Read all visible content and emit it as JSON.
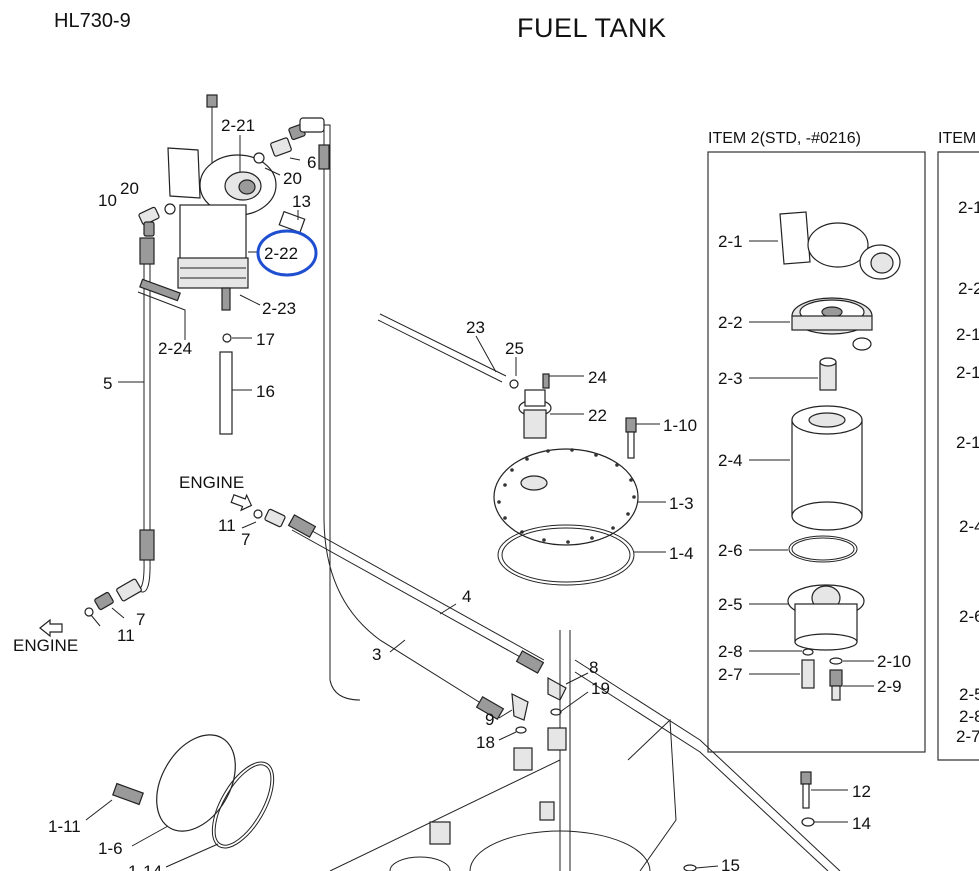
{
  "header": {
    "model": "HL730-9",
    "title": "FUEL TANK"
  },
  "item_box_1": {
    "heading": "ITEM 2(STD, -#0216)"
  },
  "item_box_2": {
    "heading": "ITEM"
  },
  "highlight": {
    "label": "2-22",
    "color": "#1f4fd1"
  },
  "callouts": {
    "c2_21": "2-21",
    "c6": "6",
    "c20a": "20",
    "c10": "10",
    "c20b": "20",
    "c13": "13",
    "c2_22": "2-22",
    "c2_23": "2-23",
    "c2_24": "2-24",
    "c17": "17",
    "c16": "16",
    "c5": "5",
    "c23": "23",
    "c25": "25",
    "c24": "24",
    "c22": "22",
    "c1_10": "1-10",
    "c1_3": "1-3",
    "c1_4": "1-4",
    "engine_top": "ENGINE",
    "c11a": "11",
    "c7a": "7",
    "c4": "4",
    "c3": "3",
    "c8": "8",
    "c19": "19",
    "c9": "9",
    "c18": "18",
    "c7b": "7",
    "c11b": "11",
    "engine_bottom": "ENGINE",
    "c1_11": "1-11",
    "c1_6": "1-6",
    "c1_14": "1-14",
    "c12": "12",
    "c14": "14",
    "c15": "15"
  },
  "item2_callouts": {
    "i2_1": "2-1",
    "i2_2": "2-2",
    "i2_3": "2-3",
    "i2_4": "2-4",
    "i2_6": "2-6",
    "i2_5": "2-5",
    "i2_8": "2-8",
    "i2_7": "2-7",
    "i2_10": "2-10",
    "i2_9": "2-9"
  },
  "item3_callouts": {
    "j1": "2-1",
    "j2": "2-2",
    "j3": "2-1",
    "j4": "2-1",
    "j5": "2-1",
    "j6": "2-4",
    "j7": "2-6",
    "j8": "2-5",
    "j9": "2-8",
    "j10": "2-7"
  }
}
